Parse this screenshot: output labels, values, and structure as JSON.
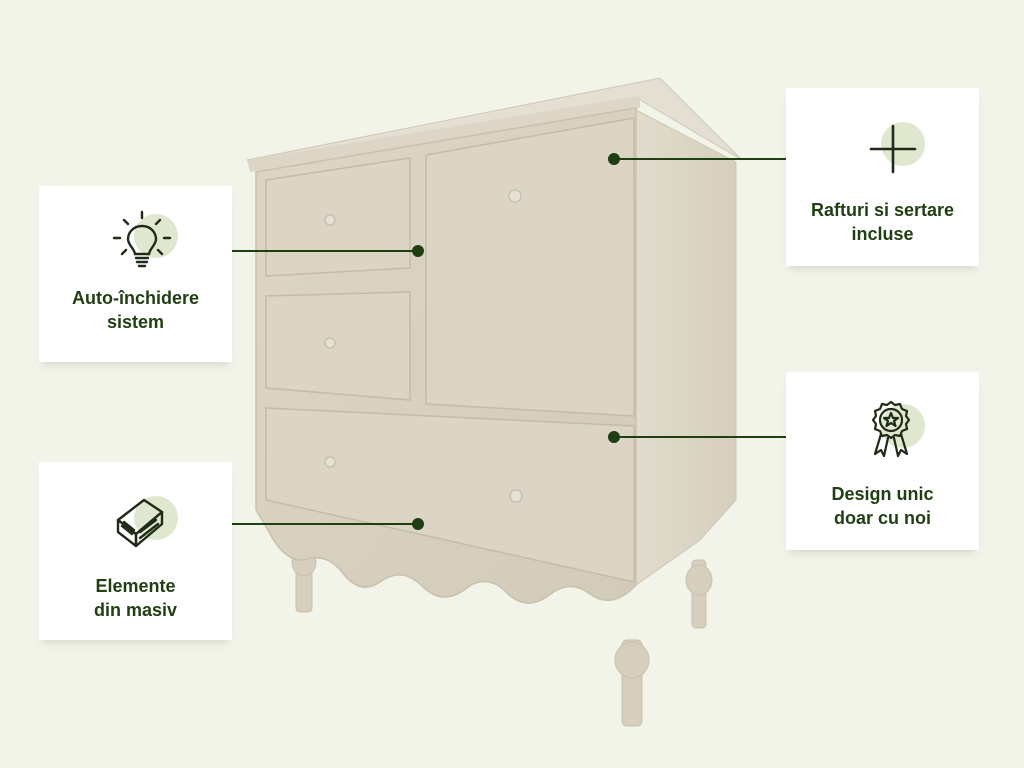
{
  "colors": {
    "background": "#f2f4ea",
    "card": "#ffffff",
    "text": "#1f3f12",
    "leader_line": "#1f3f12",
    "icon_accent": "#dfe8cf",
    "furniture": "#d8d0c0"
  },
  "features": [
    {
      "icon": "lightbulb-icon",
      "label": "Auto-închidere\nsistem"
    },
    {
      "icon": "wood-log-icon",
      "label": "Elemente\ndin masiv"
    },
    {
      "icon": "plus-icon",
      "label": "Rafturi si sertare\nincluse"
    },
    {
      "icon": "award-badge-icon",
      "label": "Design unic\ndoar cu noi"
    }
  ]
}
